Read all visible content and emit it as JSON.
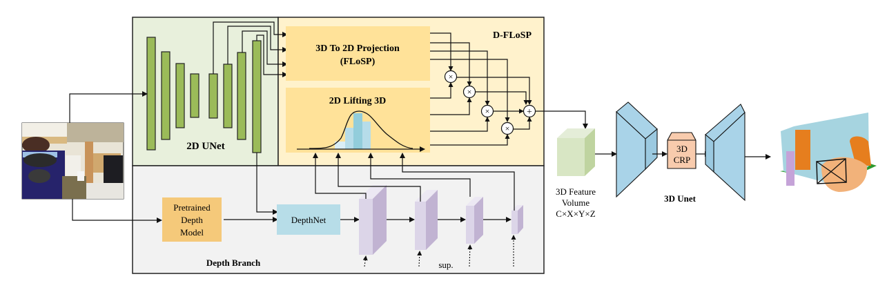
{
  "title": "Depth-guided semantic scene completion architecture",
  "input_image": {
    "label": "input-rgb-image",
    "scene": "bedroom with bed, nightstand and desk"
  },
  "unet2d": {
    "label": "2D UNet",
    "bars": 8
  },
  "dflosp": {
    "label": "D-FLoSP",
    "projection": {
      "line1": "3D To 2D Projection",
      "line2": "(FLoSP)"
    },
    "lifting": {
      "label": "2D Lifting 3D"
    },
    "multiply_symbol": "×",
    "add_symbol": "+"
  },
  "depth_branch": {
    "label": "Depth Branch",
    "pretrained": {
      "line1": "Pretrained",
      "line2": "Depth",
      "line3": "Model"
    },
    "depthnet": {
      "label": "DepthNet"
    },
    "sup_label": "sup."
  },
  "feature_volume": {
    "line1": "3D Feature",
    "line2": "Volume",
    "line3": "C×X×Y×Z"
  },
  "unet3d": {
    "label": "3D Unet",
    "crp": {
      "line1": "3D",
      "line2": "CRP"
    }
  },
  "output": {
    "label": "output-semantic-voxel-scene"
  },
  "colors": {
    "unet_bg": "#e8f0dc",
    "unet_bar": "#9bbb59",
    "dflosp_bg": "#fff2cc",
    "dflosp_box": "#ffe299",
    "depth_bg": "#f2f2f2",
    "pretrained": "#f5c97a",
    "depthnet": "#b7dde8",
    "depth_feature": "#d9d2e9",
    "unet3d": "#a9d3e8",
    "crp": "#f8cbad",
    "feature_volume": "#d8e6c4"
  }
}
